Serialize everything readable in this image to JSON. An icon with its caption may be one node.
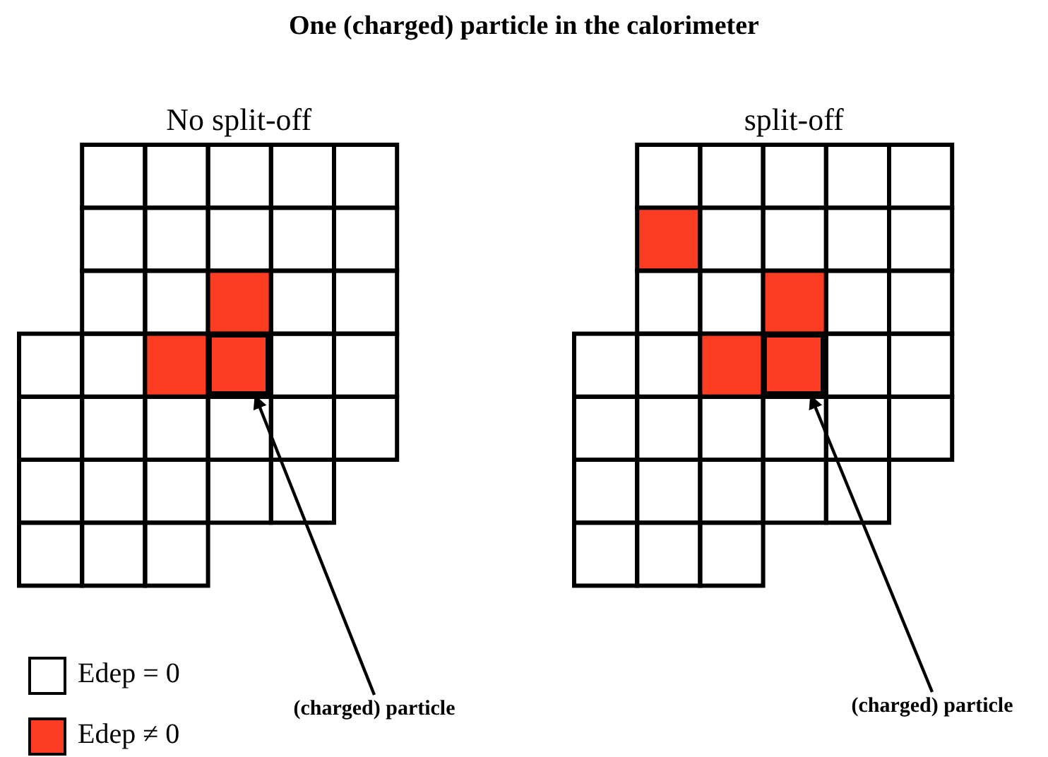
{
  "diagram": {
    "title": "One (charged) particle in the calorimeter",
    "nodes": [
      {
        "text": [
          "No split-off"
        ]
      },
      {
        "text": [],
        "shape": "box",
        "in": 0
      },
      {
        "text": [
          "split-off"
        ]
      },
      {
        "text": [],
        "shape": "box",
        "in": 2
      },
      {
        "text": [
          "(charged) particle"
        ]
      },
      {
        "text": [
          "(charged) particle"
        ]
      }
    ],
    "edges": [
      {
        "from": 4,
        "to": 1,
        "arrow": "to"
      },
      {
        "from": 5,
        "to": 3,
        "arrow": "to"
      }
    ],
    "legend": [
      {
        "text": "Edep = 0",
        "color": "#ffffff"
      },
      {
        "text": "Edep ≠ 0",
        "color": "#fc3d21"
      }
    ]
  }
}
